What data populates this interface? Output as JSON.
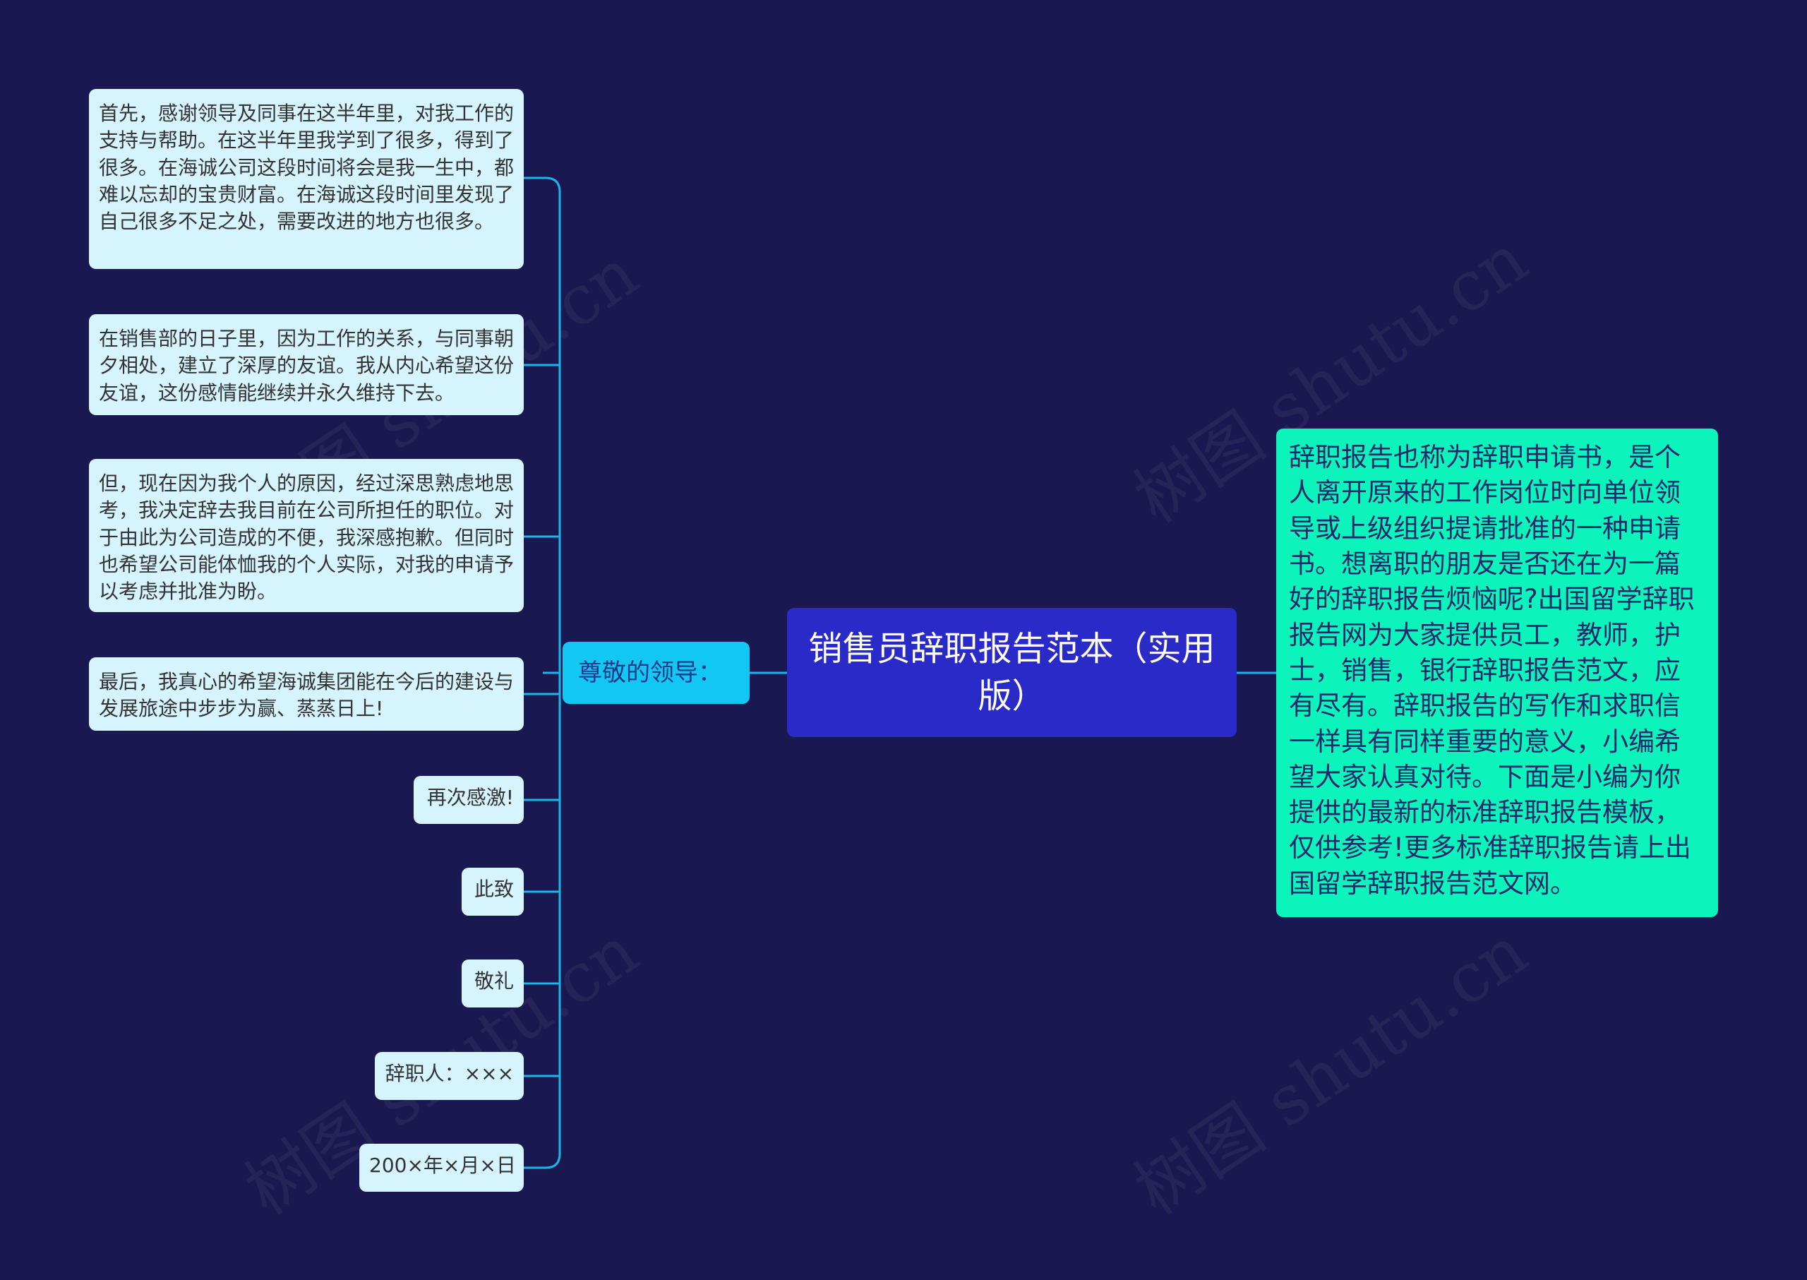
{
  "root": {
    "title": "销售员辞职报告范本（实用版）"
  },
  "description": "辞职报告也称为辞职申请书，是个人离开原来的工作岗位时向单位领导或上级组织提请批准的一种申请书。想离职的朋友是否还在为一篇好的辞职报告烦恼呢?出国留学辞职报告网为大家提供员工，教师，护士，销售，银行辞职报告范文，应有尽有。辞职报告的写作和求职信一样具有同样重要的意义，小编希望大家认真对待。下面是小编为你提供的最新的标准辞职报告模板，仅供参考!更多标准辞职报告请上出国留学辞职报告范文网。",
  "branch": {
    "label": "尊敬的领导："
  },
  "leaves": [
    "首先，感谢领导及同事在这半年里，对我工作的支持与帮助。在这半年里我学到了很多，得到了很多。在海诚公司这段时间将会是我一生中，都难以忘却的宝贵财富。在海诚这段时间里发现了自己很多不足之处，需要改进的地方也很多。",
    "在销售部的日子里，因为工作的关系，与同事朝夕相处，建立了深厚的友谊。我从内心希望这份友谊，这份感情能继续并永久维持下去。",
    "但，现在因为我个人的原因，经过深思熟虑地思考，我决定辞去我目前在公司所担任的职位。对于由此为公司造成的不便，我深感抱歉。但同时也希望公司能体恤我的个人实际，对我的申请予以考虑并批准为盼。",
    "最后，我真心的希望海诚集团能在今后的建设与发展旅途中步步为赢、蒸蒸日上!",
    "再次感激!",
    "此致",
    "敬礼",
    "辞职人：×××",
    "200×年×月×日"
  ],
  "watermark": "树图 shutu.cn",
  "colors": {
    "background": "#1a1850",
    "root": "#2a2ac8",
    "branch": "#12c8f2",
    "leaf": "#d6f4fe",
    "description": "#0cf4bc",
    "connector": "#19b6ec"
  }
}
